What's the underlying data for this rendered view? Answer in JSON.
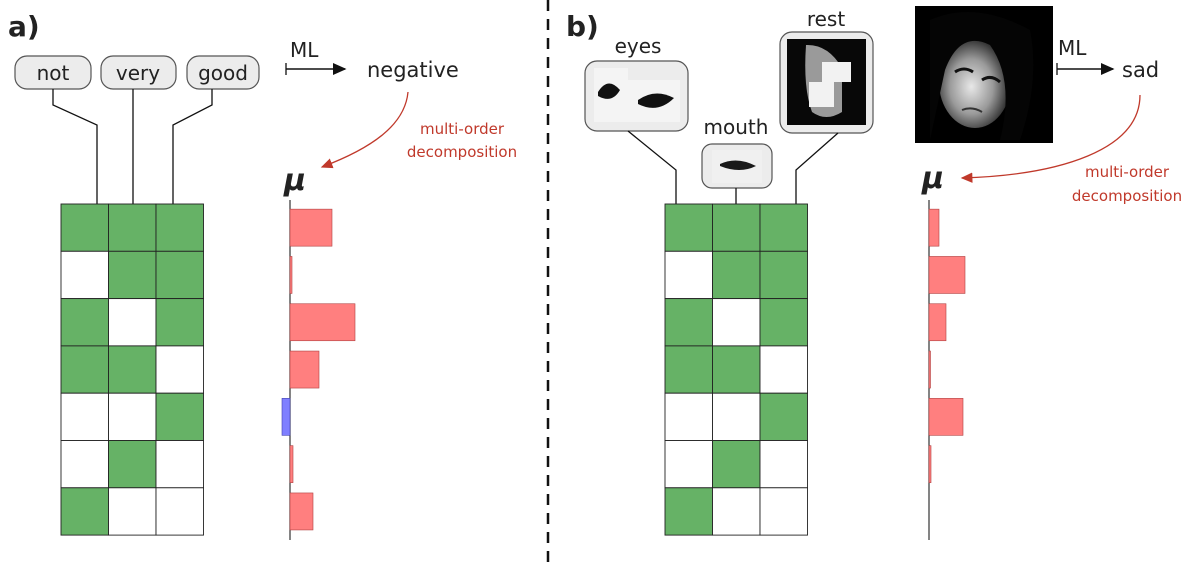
{
  "panel_a": {
    "label": "a)",
    "tokens": [
      "not",
      "very",
      "good"
    ],
    "arrow_label": "ML",
    "output": "negative",
    "decomp_line1": "multi-order",
    "decomp_line2": "decomposition",
    "mu": "μ",
    "matrix": [
      [
        1,
        1,
        1
      ],
      [
        0,
        1,
        1
      ],
      [
        1,
        0,
        1
      ],
      [
        1,
        1,
        0
      ],
      [
        0,
        0,
        1
      ],
      [
        0,
        1,
        0
      ],
      [
        1,
        0,
        0
      ]
    ],
    "mu_values": [
      0.42,
      0.02,
      0.65,
      0.29,
      -0.08,
      0.03,
      0.23
    ]
  },
  "panel_b": {
    "label": "b)",
    "features": [
      "eyes",
      "mouth",
      "rest"
    ],
    "arrow_label": "ML",
    "output": "sad",
    "decomp_line1": "multi-order",
    "decomp_line2": "decomposition",
    "mu": "μ",
    "matrix": [
      [
        1,
        1,
        1
      ],
      [
        0,
        1,
        1
      ],
      [
        1,
        0,
        1
      ],
      [
        1,
        1,
        0
      ],
      [
        0,
        0,
        1
      ],
      [
        0,
        1,
        0
      ],
      [
        1,
        0,
        0
      ]
    ],
    "mu_values": [
      0.1,
      0.36,
      0.17,
      0.01,
      0.34,
      0.02,
      0.0
    ]
  },
  "colors": {
    "cell_on": "#66b266",
    "bar_pos": "#ff7f7f",
    "bar_neg": "#7f7fff",
    "accent": "#c0392b"
  }
}
